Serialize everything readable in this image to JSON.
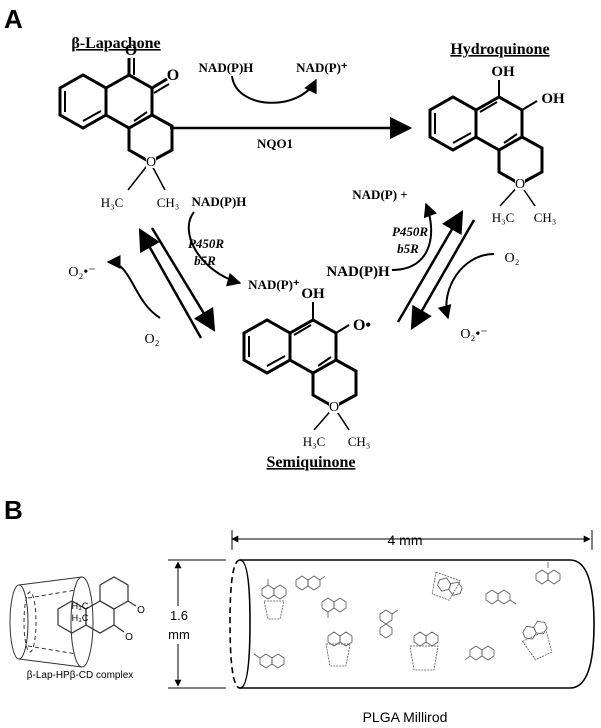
{
  "panel_a": {
    "letter": "A",
    "beta_lapachone": {
      "title": "β-Lapachone",
      "methyl_left": "H₃C",
      "methyl_right": "CH₃"
    },
    "hydroquinone": {
      "title": "Hydroquinone",
      "oh_top": "OH",
      "oh_right": "OH",
      "methyl_left": "H₃C",
      "methyl_right": "CH₃"
    },
    "semiquinone": {
      "title": "Semiquinone",
      "oh_top": "OH",
      "radical": "O•",
      "methyl_left": "H₃C",
      "methyl_right": "CH₃"
    },
    "ring_o": "O",
    "top_reaction": {
      "cofactor_in": "NAD(P)H",
      "cofactor_out": "NAD(P)⁺",
      "enzyme": "NQO1"
    },
    "left_reaction": {
      "cofactor_in": "NAD(P)H",
      "enzyme_1": "P450R",
      "enzyme_2": "b5R",
      "cofactor_out": "NAD(P)⁺",
      "superoxide": "O₂•⁻",
      "oxygen": "O₂"
    },
    "right_reaction": {
      "cofactor_in": "NAD(P)H",
      "enzyme_1": "P450R",
      "enzyme_2": "b5R",
      "cofactor_out": "NAD(P) +",
      "oxygen": "O₂",
      "superoxide": "O₂•⁻"
    }
  },
  "panel_b": {
    "letter": "B",
    "complex_label": "β-Lap-HPβ-CD complex",
    "methyl_1": "H₃C",
    "methyl_2": "H₃C",
    "length_label": "4 mm",
    "diameter_label_1": "1.6",
    "diameter_label_2": "mm",
    "millirod_label": "PLGA Millirod"
  }
}
